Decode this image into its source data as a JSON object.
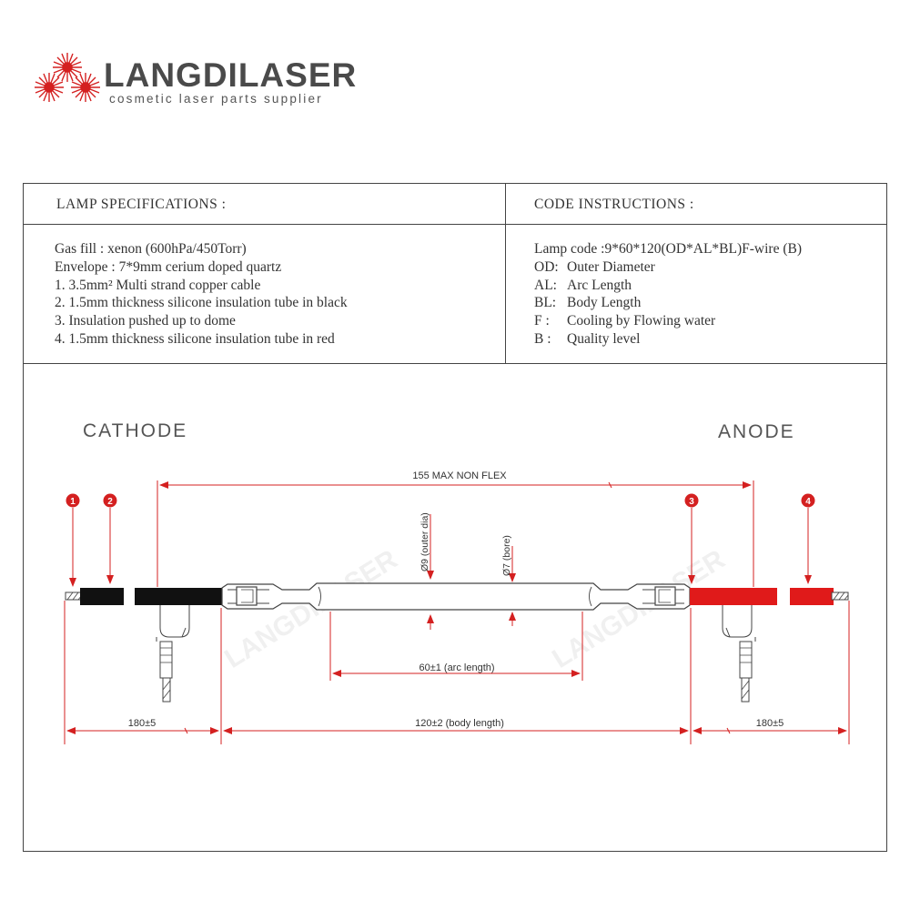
{
  "logo": {
    "name": "LANGDILASER",
    "tagline": "cosmetic laser parts supplier",
    "icon": "laser-burst-icon"
  },
  "specs": {
    "title": "LAMP SPECIFICATIONS :",
    "lines": [
      "Gas fill : xenon (600hPa/450Torr)",
      "Envelope : 7*9mm cerium doped quartz",
      "1. 3.5mm² Multi strand copper cable",
      "2. 1.5mm thickness silicone insulation tube in  black",
      "3.  Insulation pushed up to dome",
      "4. 1.5mm thickness silicone insulation tube in red"
    ]
  },
  "code": {
    "title": "CODE INSTRUCTIONS :",
    "lamp_code": "Lamp code :9*60*120(OD*AL*BL)F-wire (B)",
    "items": [
      {
        "key": "OD:",
        "value": "Outer Diameter"
      },
      {
        "key": "AL:",
        "value": "Arc Length"
      },
      {
        "key": "BL:",
        "value": "Body Length"
      },
      {
        "key": "F  :",
        "value": "Cooling by Flowing water"
      },
      {
        "key": "B  :",
        "value": "Quality level"
      }
    ]
  },
  "diagram": {
    "cathode_label": "CATHODE",
    "anode_label": "ANODE",
    "max_non_flex": "155 MAX NON FLEX",
    "outer_dia": "Ø9 (outer dia)",
    "bore": "Ø7 (bore)",
    "arc_length": "60±1 (arc length)",
    "body_length": "120±2 (body length)",
    "left_lead": "180±5",
    "right_lead": "180±5",
    "markers": [
      "1",
      "2",
      "3",
      "4"
    ],
    "watermark": "LANGDILASER",
    "colors": {
      "accent": "#d42020",
      "cable_black": "#111111",
      "cable_red": "#e01a1a",
      "line": "#444444"
    }
  }
}
